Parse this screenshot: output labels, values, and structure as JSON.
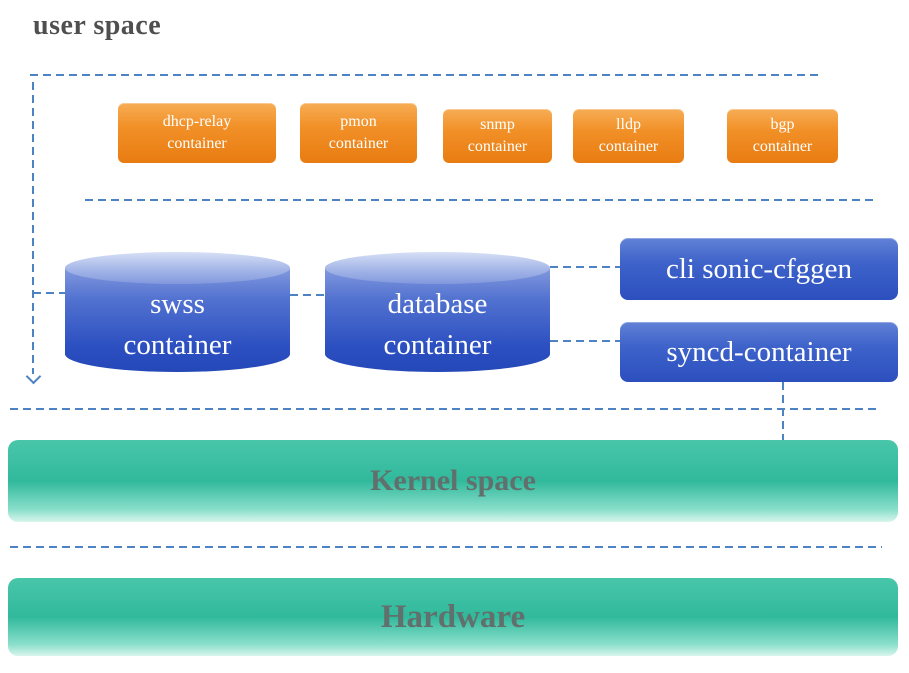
{
  "title": "user space",
  "user_space_containers": [
    {
      "line1": "dhcp-relay",
      "line2": "container"
    },
    {
      "line1": "pmon",
      "line2": "container"
    },
    {
      "line1": "snmp",
      "line2": "container"
    },
    {
      "line1": "lldp",
      "line2": "container"
    },
    {
      "line1": "bgp",
      "line2": "container"
    }
  ],
  "database_cylinders": [
    {
      "line1": "swss",
      "line2": "container"
    },
    {
      "line1": "database",
      "line2": "container"
    }
  ],
  "side_boxes": [
    {
      "label": "cli sonic-cfggen"
    },
    {
      "label": "syncd-container"
    }
  ],
  "layers": {
    "kernel": "Kernel space",
    "hardware": "Hardware"
  },
  "colors": {
    "orange_container": "#ee8418",
    "blue_box": "#3e63ca",
    "cylinder_blue": "#2c50c1",
    "cylinder_top": "#a4b6e8",
    "teal_layer": "#31b99c",
    "dashed_line": "#4d82c3",
    "title_text": "#4f4f4f",
    "layer_text": "#61706c",
    "box_text": "#ffffff"
  }
}
